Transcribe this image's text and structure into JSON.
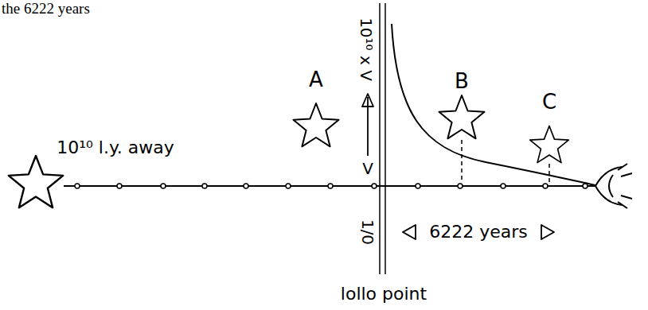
{
  "diagram": {
    "title": "the 6222 years",
    "labels": [
      "10¹⁰ l.y. away",
      "A",
      "10¹⁰ x V",
      "V",
      "B",
      "C",
      "1/0",
      "lollo point",
      "6222 years"
    ]
  }
}
